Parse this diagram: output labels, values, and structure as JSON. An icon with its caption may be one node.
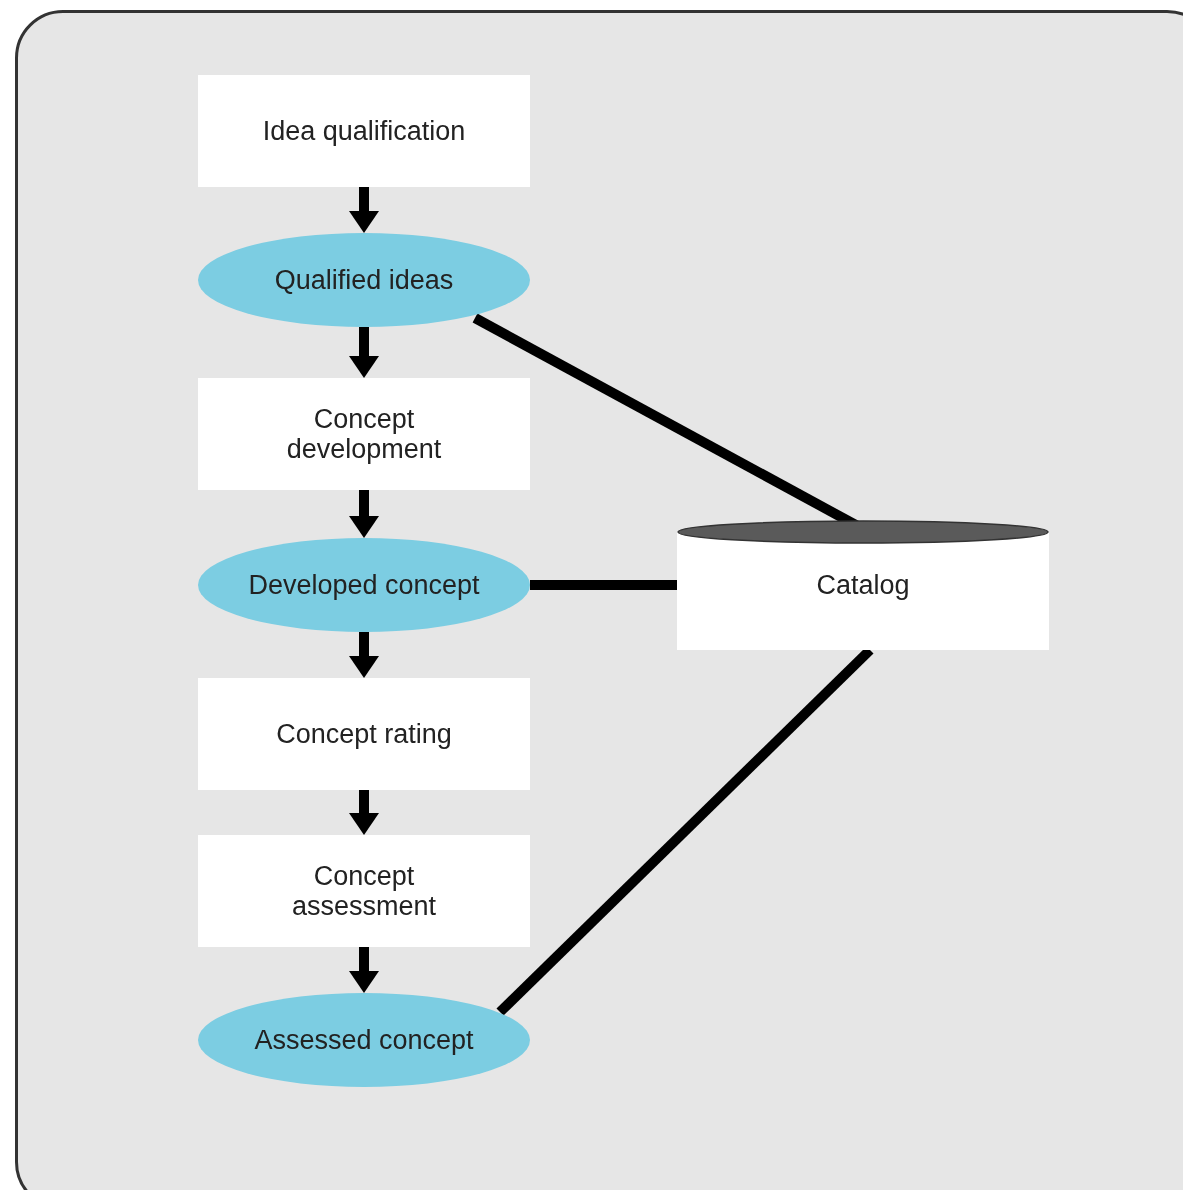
{
  "diagram": {
    "nodes": [
      {
        "text": [
          "Idea qualification"
        ]
      },
      {
        "text": [
          "Qualified ideas"
        ]
      },
      {
        "text": [
          "Concept development"
        ]
      },
      {
        "text": [
          "Developed concept"
        ]
      },
      {
        "text": [
          "Concept rating"
        ]
      },
      {
        "text": [
          "Concept assessment"
        ]
      },
      {
        "text": [
          "Assessed concept"
        ]
      },
      {
        "text": [
          "Catalog"
        ]
      }
    ],
    "edges": [
      {
        "from": 0,
        "to": 1,
        "arrow": "to"
      },
      {
        "from": 1,
        "to": 2,
        "arrow": "to"
      },
      {
        "from": 2,
        "to": 3,
        "arrow": "to"
      },
      {
        "from": 3,
        "to": 4,
        "arrow": "to"
      },
      {
        "from": 4,
        "to": 5,
        "arrow": "to"
      },
      {
        "from": 5,
        "to": 6,
        "arrow": "to"
      },
      {
        "from": 1,
        "to": 7,
        "arrow": "none"
      },
      {
        "from": 3,
        "to": 7,
        "arrow": "none"
      },
      {
        "from": 6,
        "to": 7,
        "arrow": "none"
      }
    ]
  }
}
